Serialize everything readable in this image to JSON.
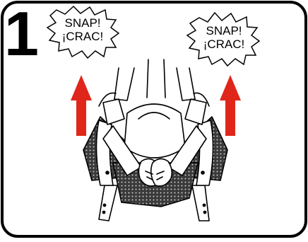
{
  "step": {
    "number": "1"
  },
  "callouts": [
    {
      "line1": "SNAP!",
      "line2": "¡CRAC!"
    },
    {
      "line1": "SNAP!",
      "line2": "¡CRAC!"
    }
  ],
  "colors": {
    "arrow": "#e0261b",
    "frame": "#000000",
    "background": "#ffffff",
    "mesh": "#2a2a2a"
  },
  "icons": [
    "up-arrow-icon",
    "up-arrow-icon"
  ]
}
